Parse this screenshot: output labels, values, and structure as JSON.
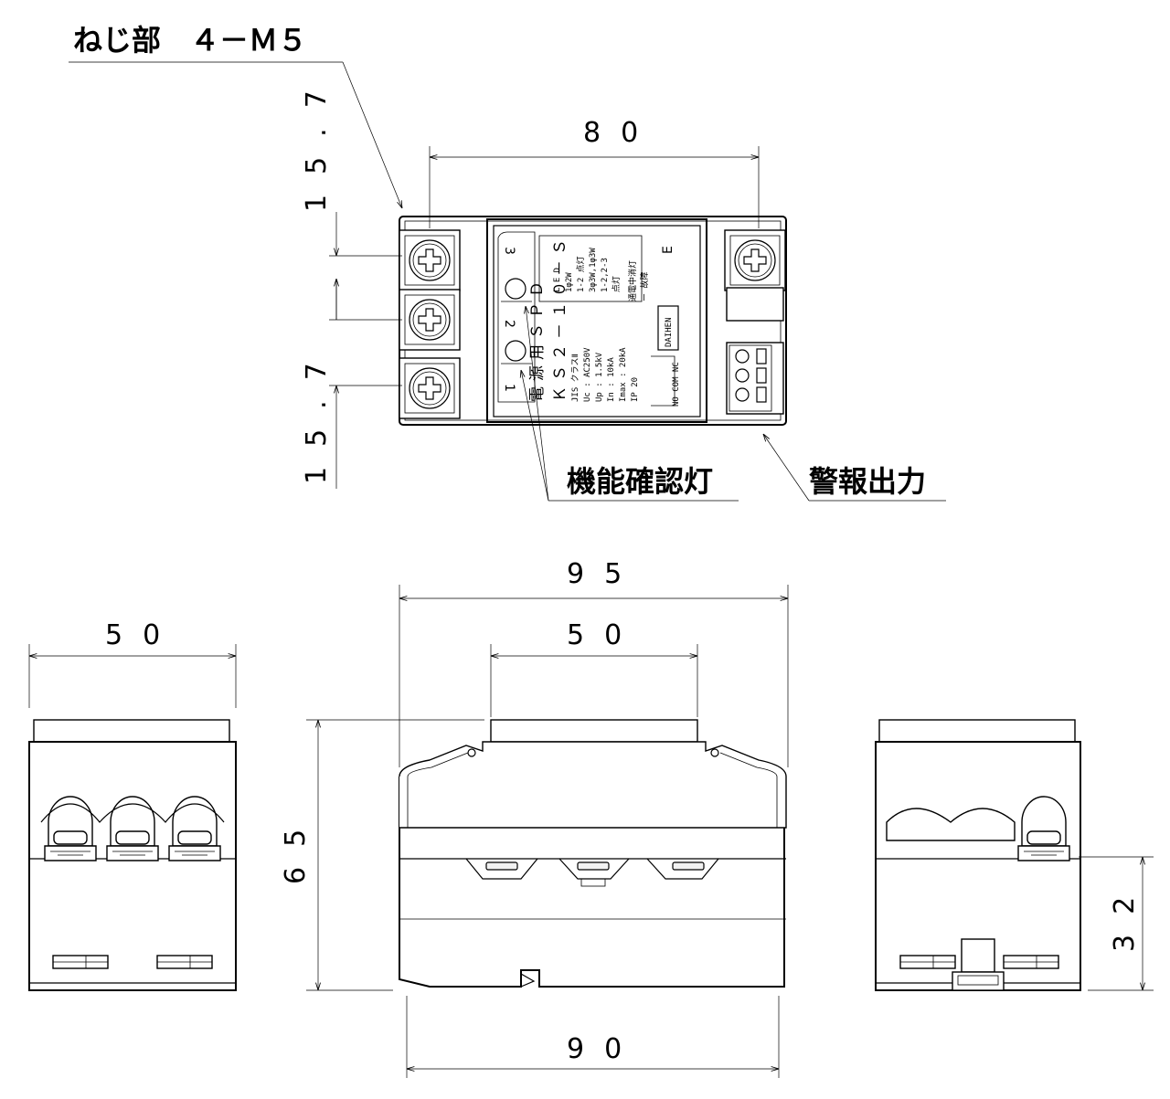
{
  "labels": {
    "screw": "ねじ部　４－Ｍ５",
    "led_label": "機能確認灯",
    "alarm_label": "警報出力"
  },
  "dimensions": {
    "top_height_1": "15.7",
    "top_height_2": "15.7",
    "top_width": "80",
    "total_width": "95",
    "inner_width": "50",
    "side_width": "50",
    "height": "65",
    "base_width": "90",
    "side_height": "32"
  },
  "device": {
    "title": "電源用ＳＰＤ",
    "model": "ＫＳ２－１０－Ｓ",
    "spec_lines": [
      "JIS クラスⅡ",
      "Uc  : AC250V",
      "Up  : 1.5kV",
      "In  : 10kA",
      "Imax : 20kA",
      "IP 20"
    ],
    "led_block": [
      "L E D",
      "1φ2W",
      "1-2 点灯",
      "3φ3W,1φ3W",
      "1-2,2-3",
      "点灯"
    ],
    "status_block": [
      "通電中消灯",
      "ー 故障"
    ],
    "brand": "DAIHEN",
    "terminal_labels": [
      "1",
      "2",
      "3"
    ],
    "earth_label": "E",
    "alarm_terminals": "NO COM NC"
  }
}
